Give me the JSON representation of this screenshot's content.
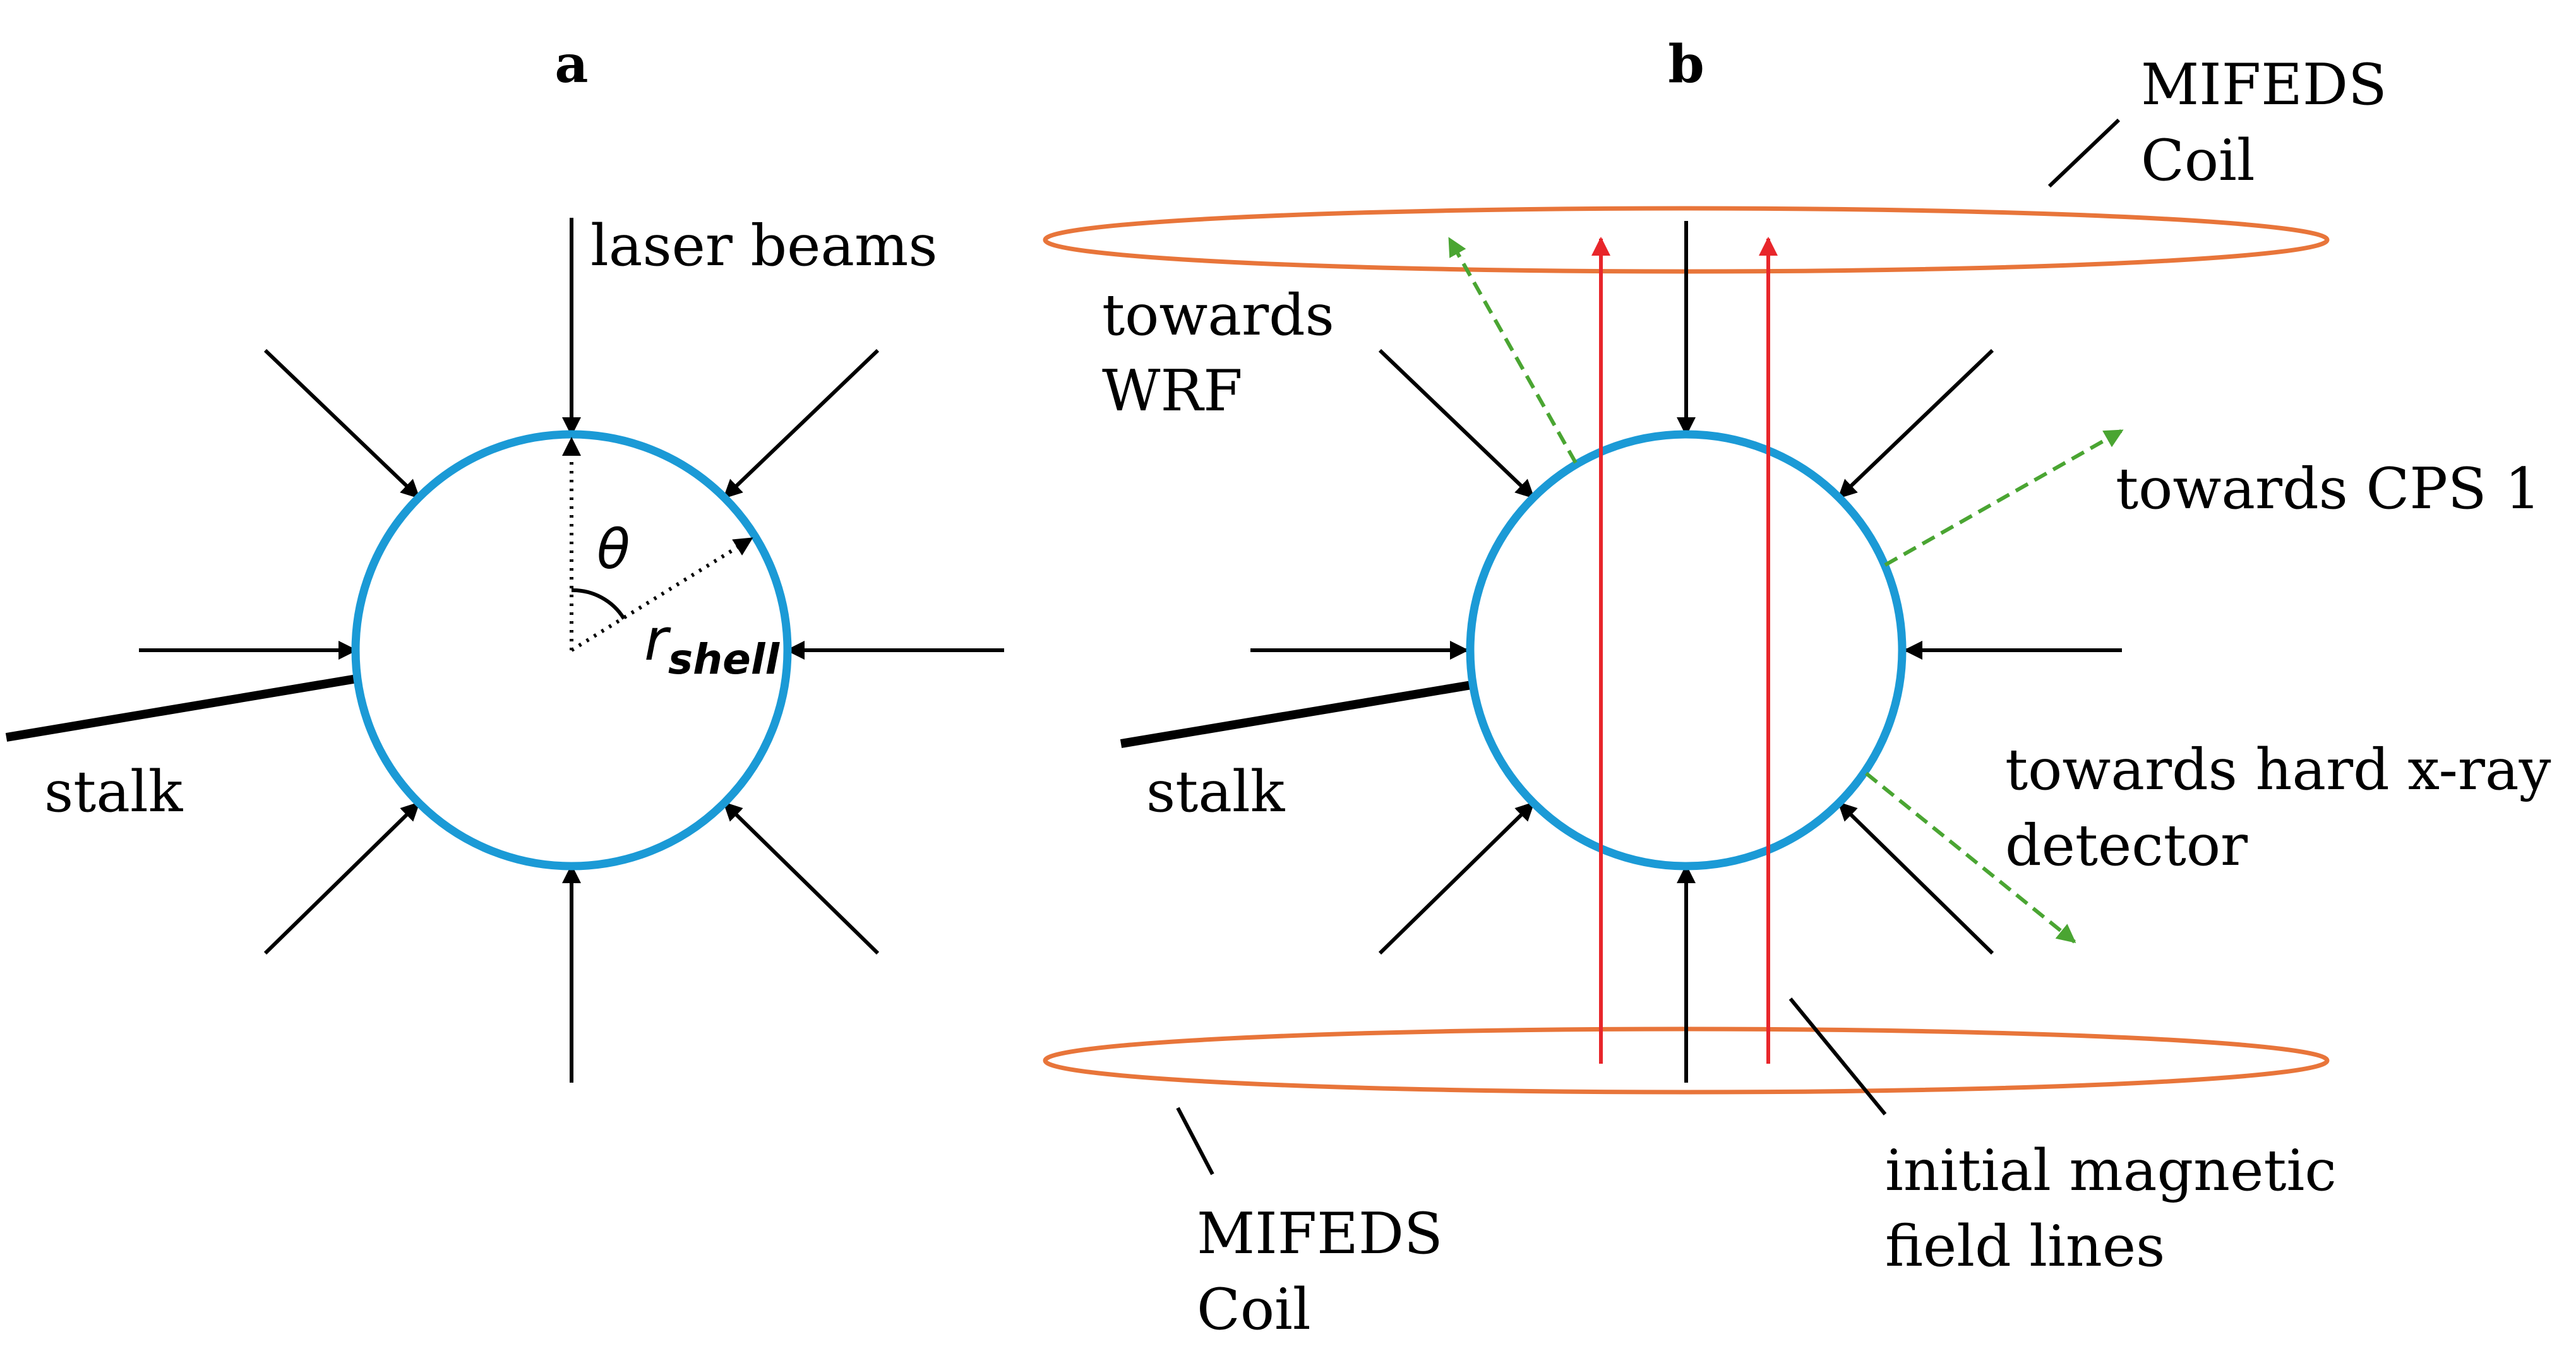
{
  "panel_a": {
    "letter": "a",
    "laser_label": "laser beams",
    "stalk_label": "stalk",
    "theta_symbol": "θ",
    "r_main": "r",
    "r_sub": "shell"
  },
  "panel_b": {
    "letter": "b",
    "coil_top": {
      "line1": "MIFEDS",
      "line2": "Coil"
    },
    "coil_bottom": {
      "line1": "MIFEDS",
      "line2": "Coil"
    },
    "wrf": {
      "line1": "towards",
      "line2": "WRF"
    },
    "cps": "towards CPS 1",
    "hxr": {
      "line1": "towards hard x-ray",
      "line2": "detector"
    },
    "stalk_label": "stalk",
    "field": {
      "line1": "initial magnetic",
      "line2": "field lines"
    }
  },
  "colors": {
    "shell": "#1b9ad6",
    "coil": "#e8753a",
    "field_lines": "#e8262b",
    "diagnostic_arrows": "#4aa532",
    "beams": "#000000"
  }
}
